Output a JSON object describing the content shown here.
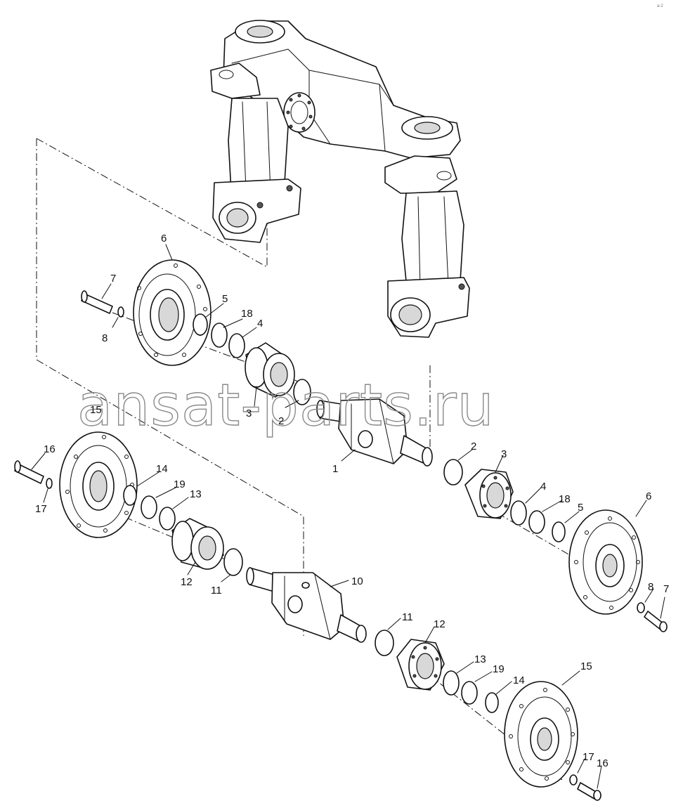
{
  "watermark": "ansat-parts.ru",
  "corner_mark": "a-2",
  "callouts": {
    "c1": "1",
    "c2a": "2",
    "c2b": "2",
    "c3a": "3",
    "c3b": "3",
    "c4a": "4",
    "c4b": "4",
    "c5a": "5",
    "c5b": "5",
    "c6a": "6",
    "c6b": "6",
    "c7a": "7",
    "c7b": "7",
    "c8a": "8",
    "c8b": "8",
    "c10": "10",
    "c11a": "11",
    "c11b": "11",
    "c12a": "12",
    "c12b": "12",
    "c13a": "13",
    "c13b": "13",
    "c14a": "14",
    "c14b": "14",
    "c15a": "15",
    "c15b": "15",
    "c16a": "16",
    "c16b": "16",
    "c17a": "17",
    "c17b": "17",
    "c18a": "18",
    "c18b": "18",
    "c19a": "19",
    "c19b": "19"
  }
}
